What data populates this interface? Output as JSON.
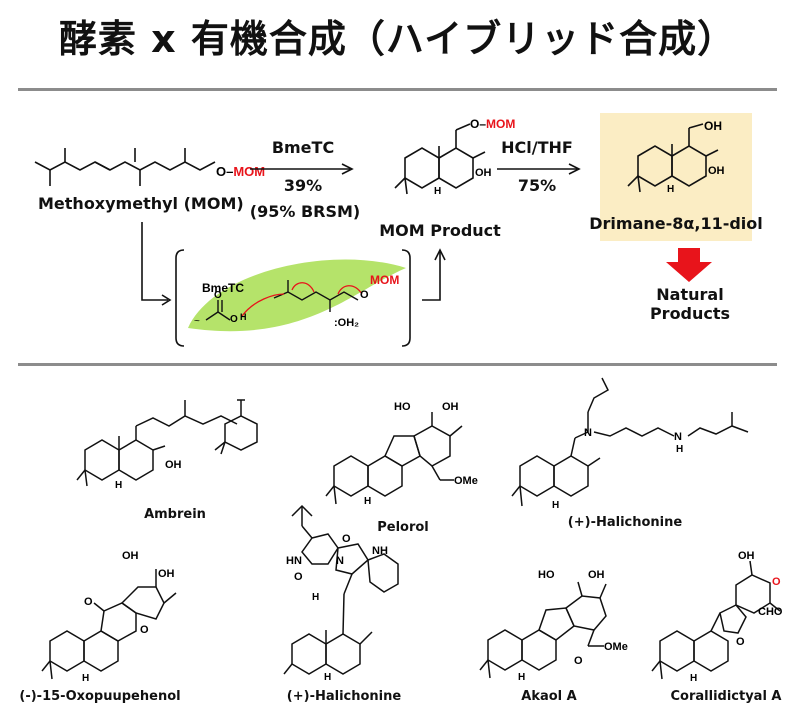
{
  "page": {
    "title": "酵素 x 有機合成（ハイブリッド合成）"
  },
  "scheme": {
    "start_label": "Methoxymethyl (MOM)",
    "enzyme": "BmeTC",
    "yield1": "39%",
    "brsm": "(95%  BRSM)",
    "intermediate_label": "MOM Product",
    "acid": "HCl/THF",
    "yield2": "75%",
    "product_label": "Drimane-8α,11-diol",
    "natural_products": "Natural\nProducts",
    "mom_tag": "O–MOM",
    "oh": "OH",
    "oh_short": "OH"
  },
  "mechanism": {
    "enzyme": "BmeTC",
    "mom": "MOM",
    "o": "O",
    "oh2": ":OH₂",
    "acid_h": "H",
    "acid_o": "O"
  },
  "gallery": [
    {
      "name": "Ambrein"
    },
    {
      "name": "Pelorol"
    },
    {
      "name": "(+)-Halichonine"
    },
    {
      "name": "(-)-15-Oxopuupehenol"
    },
    {
      "name": "(+)-Halichonine"
    },
    {
      "name": "Akaol A"
    },
    {
      "name": "Corallidictyal A"
    }
  ],
  "atoms": {
    "oh": "OH",
    "ho": "HO",
    "h": "H",
    "ome": "OMe",
    "n": "N",
    "nh": "NH",
    "hn": "HN",
    "o": "O",
    "cho": "CHO",
    "ome2": "OMe"
  },
  "colors": {
    "red": "#e8141b",
    "gray": "#8c8c8c",
    "green": "#b5e36a",
    "highlight": "#fbedc4"
  }
}
